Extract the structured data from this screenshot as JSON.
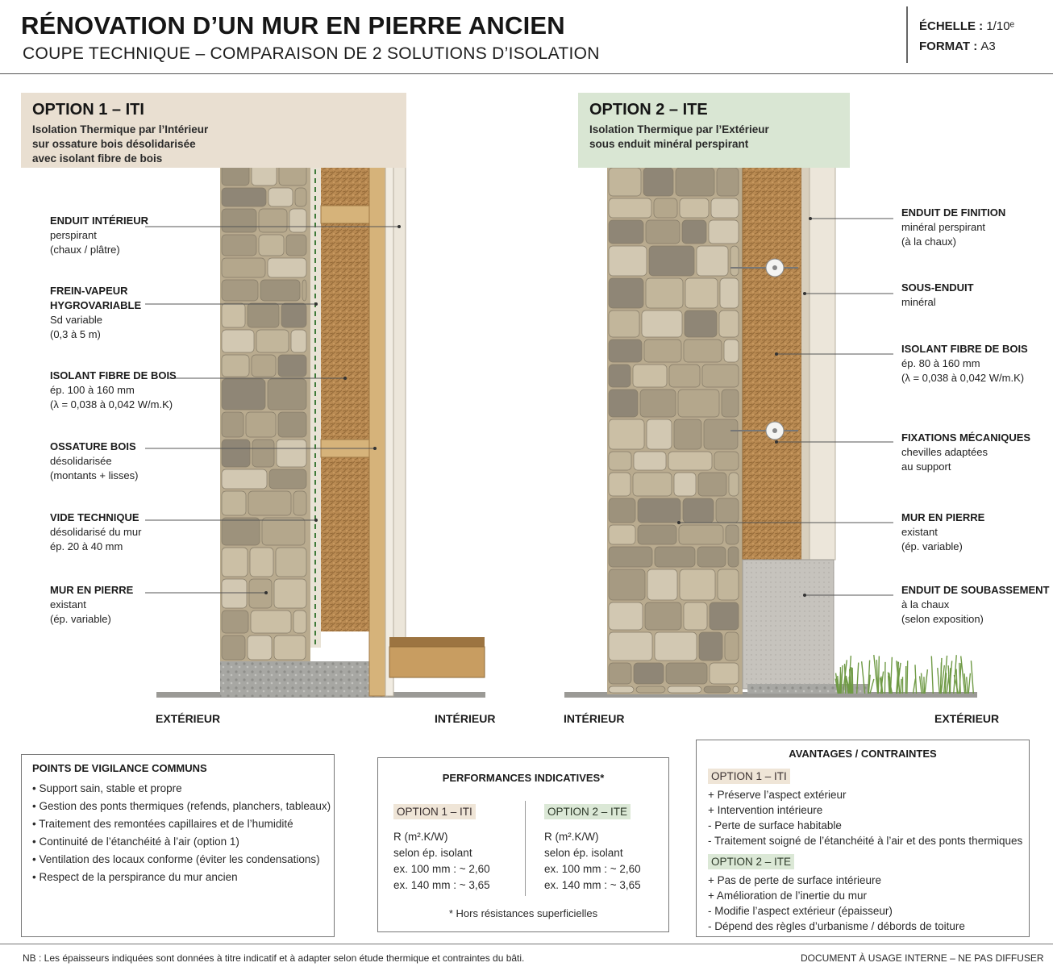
{
  "header": {
    "title": "RÉNOVATION D’UN MUR EN PIERRE ANCIEN",
    "subtitle": "COUPE TECHNIQUE – COMPARAISON DE 2 SOLUTIONS D’ISOLATION",
    "scale_label": "ÉCHELLE :",
    "scale_value": "1/10ᵉ",
    "format_label": "FORMAT :",
    "format_value": "A3"
  },
  "option1": {
    "title": "OPTION 1 – ITI",
    "desc": [
      "Isolation Thermique par l’Intérieur",
      "sur ossature bois désolidarisée",
      "avec isolant fibre de bois"
    ],
    "labels": [
      {
        "h": [
          "ENDUIT INTÉRIEUR"
        ],
        "t": [
          "perspirant",
          "(chaux / plâtre)"
        ]
      },
      {
        "h": [
          "FREIN-VAPEUR",
          "HYGROVARIABLE"
        ],
        "t": [
          "Sd variable",
          "(0,3 à 5 m)"
        ]
      },
      {
        "h": [
          "ISOLANT FIBRE DE BOIS"
        ],
        "t": [
          "ép. 100 à 160 mm",
          "(λ = 0,038 à 0,042 W/m.K)"
        ]
      },
      {
        "h": [
          "OSSATURE BOIS"
        ],
        "t": [
          "désolidarisée",
          "(montants + lisses)"
        ]
      },
      {
        "h": [
          "VIDE TECHNIQUE"
        ],
        "t": [
          "désolidarisé du mur",
          "ép. 20 à 40 mm"
        ]
      },
      {
        "h": [
          "MUR EN PIERRE"
        ],
        "t": [
          "existant",
          "(ép. variable)"
        ]
      }
    ],
    "side_left": "EXTÉRIEUR",
    "side_right": "INTÉRIEUR"
  },
  "option2": {
    "title": "OPTION 2 – ITE",
    "desc": [
      "Isolation Thermique par l’Extérieur",
      "sous enduit minéral perspirant"
    ],
    "labels": [
      {
        "h": [
          "ENDUIT DE FINITION"
        ],
        "t": [
          "minéral perspirant",
          "(à la chaux)"
        ]
      },
      {
        "h": [
          "SOUS-ENDUIT"
        ],
        "t": [
          "minéral"
        ]
      },
      {
        "h": [
          "ISOLANT FIBRE DE BOIS"
        ],
        "t": [
          "ép. 80 à 160 mm",
          "(λ = 0,038 à 0,042 W/m.K)"
        ]
      },
      {
        "h": [
          "FIXATIONS MÉCANIQUES"
        ],
        "t": [
          "chevilles adaptées",
          "au support"
        ]
      },
      {
        "h": [
          "MUR EN PIERRE"
        ],
        "t": [
          "existant",
          "(ép. variable)"
        ]
      },
      {
        "h": [
          "ENDUIT DE SOUBASSEMENT"
        ],
        "t": [
          "à la chaux",
          "(selon exposition)"
        ]
      }
    ],
    "side_left": "INTÉRIEUR",
    "side_right": "EXTÉRIEUR"
  },
  "vigilance": {
    "title": "POINTS DE VIGILANCE COMMUNS",
    "items": [
      "• Support sain, stable et propre",
      "• Gestion des ponts thermiques (refends, planchers, tableaux)",
      "• Traitement des remontées capillaires et de l’humidité",
      "• Continuité de l’étanchéité à l’air (option 1)",
      "• Ventilation des locaux conforme (éviter les condensations)",
      "• Respect de la perspirance du mur ancien"
    ]
  },
  "performances": {
    "title": "PERFORMANCES INDICATIVES*",
    "col1": {
      "tag": "OPTION 1 – ITI",
      "lines": [
        "R (m².K/W)",
        "selon ép. isolant",
        "ex. 100 mm : ~ 2,60",
        "ex. 140 mm : ~ 3,65"
      ]
    },
    "col2": {
      "tag": "OPTION 2 – ITE",
      "lines": [
        "R (m².K/W)",
        "selon ép. isolant",
        "ex. 100 mm : ~ 2,60",
        "ex. 140 mm : ~ 3,65"
      ]
    },
    "note": "* Hors résistances superficielles"
  },
  "advantages": {
    "title": "AVANTAGES / CONTRAINTES",
    "opt1_tag": "OPTION 1 – ITI",
    "opt1_items": [
      "+ Préserve l’aspect extérieur",
      "+ Intervention intérieure",
      "- Perte de surface habitable",
      "- Traitement soigné de l’étanchéité à l’air et des ponts thermiques"
    ],
    "opt2_tag": "OPTION 2 – ITE",
    "opt2_items": [
      "+ Pas de perte de surface intérieure",
      "+ Amélioration de l’inertie du mur",
      "- Modifie l’aspect extérieur (épaisseur)",
      "- Dépend des règles d’urbanisme / débords de toiture"
    ]
  },
  "footer": {
    "note": "NB : Les épaisseurs indiquées sont données à titre indicatif et à adapter selon étude thermique et contraintes du bâti.",
    "confidential": "DOCUMENT À USAGE INTERNE – NE PAS DIFFUSER"
  },
  "colors": {
    "opt1_bg": "#e9dfd1",
    "opt2_bg": "#d9e6d3",
    "stone": "#b9ab8f",
    "fibre": "#b98a52",
    "wood": "#d6b37a",
    "render": "#ece6da",
    "plinth": "#c5c2bc",
    "grass": "#6f9a45"
  }
}
